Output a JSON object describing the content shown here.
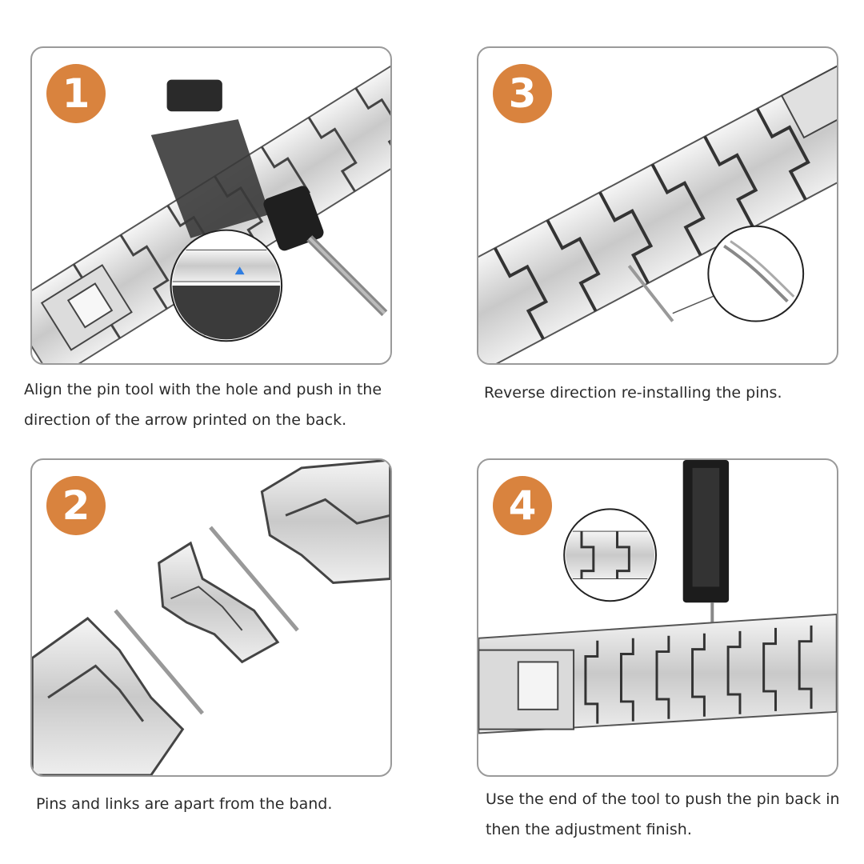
{
  "steps": [
    {
      "number": "1",
      "caption": "Align the pin tool with the hole and push in the direction of the arrow printed on the back."
    },
    {
      "number": "2",
      "caption": "Pins and links are apart from the band."
    },
    {
      "number": "3",
      "caption": "Reverse direction re-installing the pins."
    },
    {
      "number": "4",
      "caption": "Use the end of the tool to push the pin back in then the adjustment finish."
    }
  ],
  "colors": {
    "badge": "#d9833e",
    "panel_border": "#9a9a9a",
    "caption_text": "#2b2b2b"
  },
  "icons": [
    "pin-tool-illustration",
    "watch-band-links-illustration",
    "arrow-icon",
    "magnifier-inset"
  ]
}
